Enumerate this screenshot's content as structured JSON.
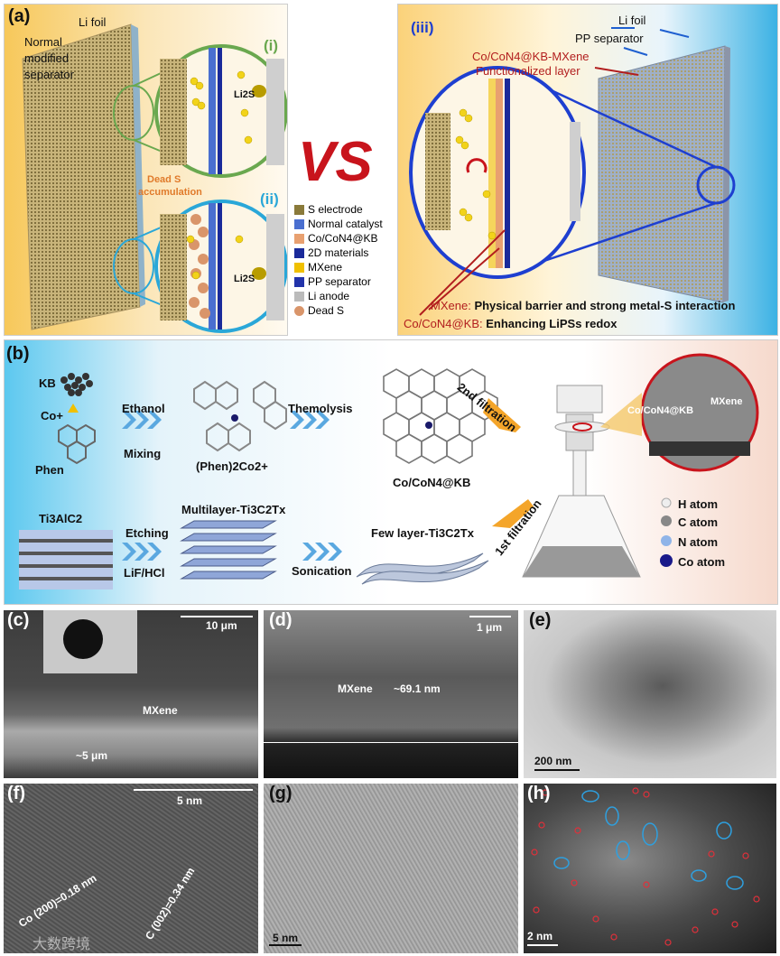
{
  "panel_a": {
    "letter": "(a)",
    "li_foil": "Li foil",
    "separator_label": [
      "Normal",
      "modified",
      "separator"
    ],
    "sub_i": "(i)",
    "sub_ii": "(ii)",
    "sub_iii": "(iii)",
    "li2s_label": "Li2S",
    "dead_s_label": [
      "Dead S",
      "accumulation"
    ],
    "vs": "VS",
    "legend": [
      {
        "label": "S electrode",
        "color": "#8a7a3a"
      },
      {
        "label": "Normal catalyst",
        "color": "#4a6fd0"
      },
      {
        "label": "Co/CoN4@KB",
        "color": "#e8a070"
      },
      {
        "label": "2D materials",
        "color": "#1a2a9a"
      },
      {
        "label": "MXene",
        "color": "#f0c000"
      },
      {
        "label": "PP separator",
        "color": "#2233aa"
      },
      {
        "label": "Li anode",
        "color": "#bbbbbb"
      },
      {
        "label": "Dead S",
        "color": "#d9956a"
      }
    ],
    "right_li_foil": "Li foil",
    "pp_separator": "PP separator",
    "functional_layer": [
      "Co/CoN4@KB-MXene",
      "Functionalized layer"
    ],
    "mxene_note_prefix": "MXene:",
    "mxene_note": "Physical barrier and strong metal-S interaction",
    "kb_note_prefix": "Co/CoN4@KB:",
    "kb_note": "Enhancing LiPSs redox"
  },
  "panel_b": {
    "letter": "(b)",
    "kb": "KB",
    "co": "Co+",
    "phen": "Phen",
    "ethanol": "Ethanol",
    "mixing": "Mixing",
    "complex": "(Phen)2Co2+",
    "thermolysis": "Themolysis",
    "product": "Co/CoN4@KB",
    "second_filtration": "2nd filtration",
    "first_filtration": "1st filtration",
    "ti3alc2": "Ti3AlC2",
    "etching": "Etching",
    "lif": "LiF/HCl",
    "multilayer": "Multilayer-Ti3C2Tx",
    "sonication": "Sonication",
    "few_layer": "Few layer-Ti3C2Tx",
    "inset_kb": "Co/CoN4@KB",
    "inset_mxene": "MXene",
    "atoms": [
      {
        "label": "H atom",
        "color": "#eeeeee"
      },
      {
        "label": "C atom",
        "color": "#888888"
      },
      {
        "label": "N atom",
        "color": "#8fb4e8"
      },
      {
        "label": "Co atom",
        "color": "#1a1a8a"
      }
    ]
  },
  "panel_c": {
    "letter": "(c)",
    "scale": "10 μm",
    "mxene": "MXene",
    "thickness": "~5 μm"
  },
  "panel_d": {
    "letter": "(d)",
    "scale": "1 μm",
    "mxene": "MXene",
    "thickness": "~69.1 nm"
  },
  "panel_e": {
    "letter": "(e)",
    "scale": "200 nm"
  },
  "panel_f": {
    "letter": "(f)",
    "scale": "5 nm",
    "lattice1": "Co (200)=0.18 nm",
    "lattice2": "C (002)=0.34 nm",
    "watermark": "大数跨境"
  },
  "panel_g": {
    "letter": "(g)",
    "scale": "5 nm"
  },
  "panel_h": {
    "letter": "(h)",
    "scale": "2 nm"
  }
}
